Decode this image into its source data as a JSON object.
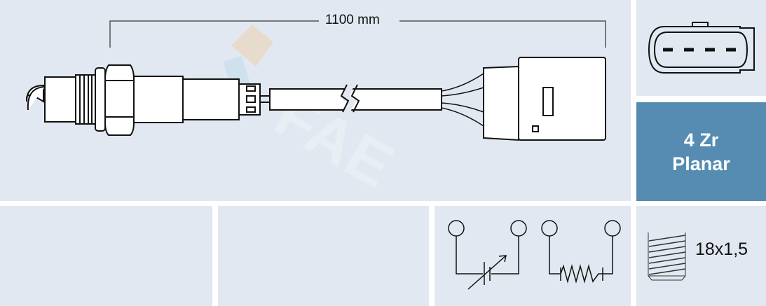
{
  "diagram": {
    "cable_length": "1100 mm",
    "sensor_type_line1": "4 Zr",
    "sensor_type_line2": "Planar",
    "thread_size": "18x1,5",
    "connector_pins": 4,
    "watermark": "FAE",
    "colors": {
      "panel": "#e1e8f1",
      "badge": "#568cb1",
      "line": "#111111"
    }
  }
}
